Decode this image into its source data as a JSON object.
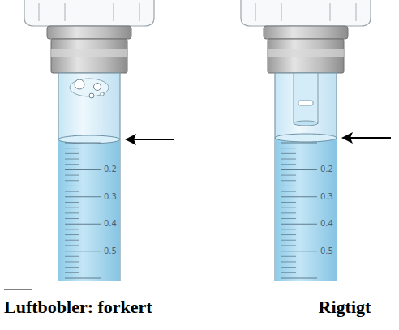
{
  "diagram": {
    "labels": [
      "0.2",
      "0.3",
      "0.4",
      "0.5",
      "0.2",
      "0.3",
      "0.4",
      "0.5",
      "Luftbobler: forkert",
      "Rigtigt"
    ]
  }
}
